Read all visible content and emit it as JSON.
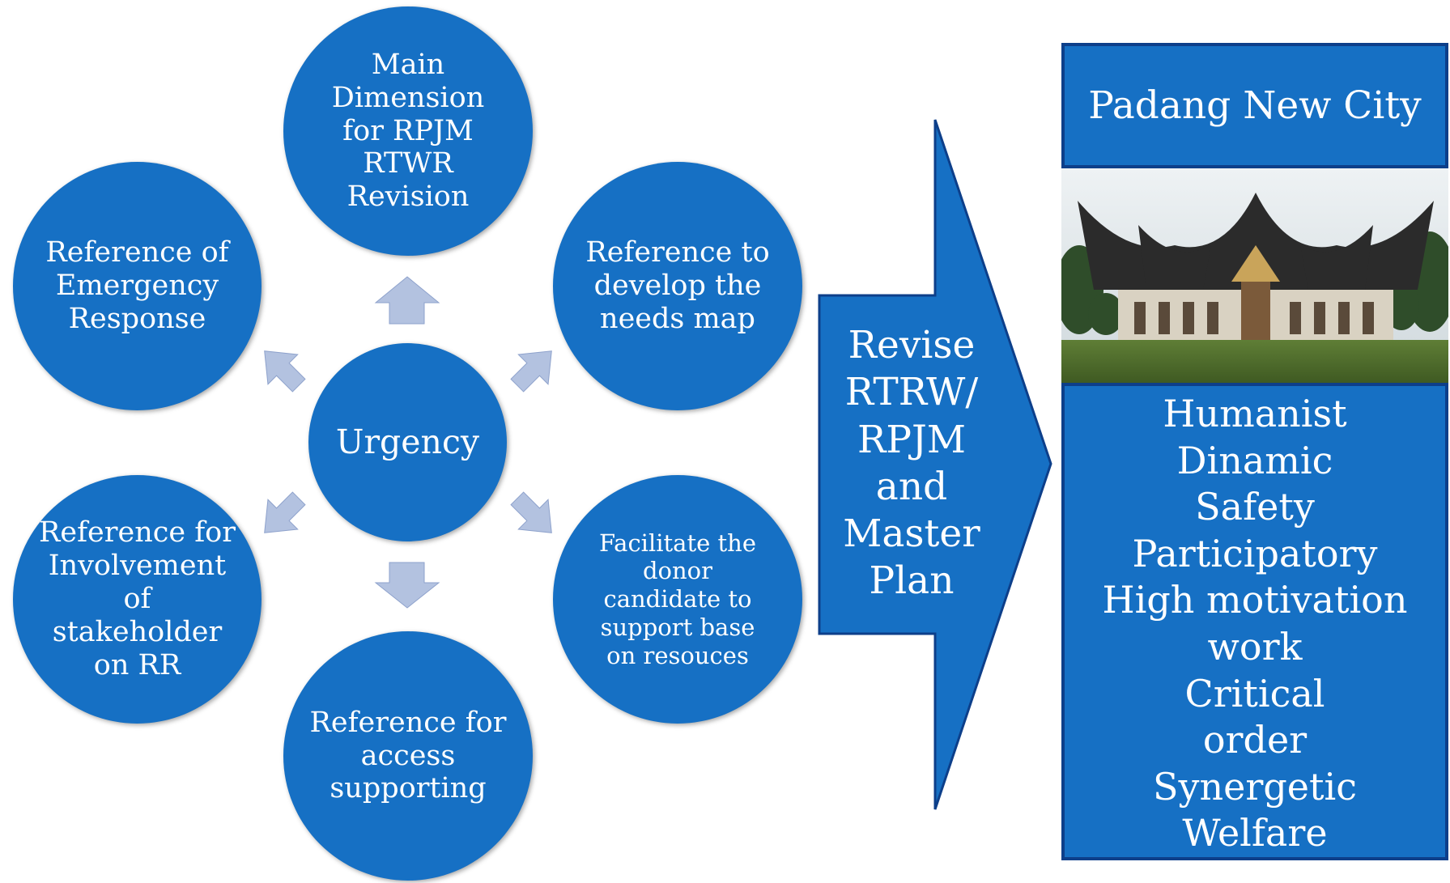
{
  "center": {
    "label": "Urgency"
  },
  "nodes": {
    "main": "Main\nDimension\nfor RPJM\nRTWR\nRevision",
    "emergency": "Reference of\nEmergency\nResponse",
    "needs_map": "Reference to\ndevelop the\nneeds map",
    "stakeholder": "Reference for\nInvolvement\nof\nstakeholder\non RR",
    "donor": "Facilitate the\ndonor\ncandidate to\nsupport base\non resouces",
    "access": "Reference for\naccess\nsupporting"
  },
  "big_arrow": {
    "label": "Revise\nRTRW/\nRPJM\nand\nMaster\nPlan"
  },
  "panel": {
    "title": "Padang New City",
    "values": [
      "Humanist",
      "Dinamic",
      "Safety",
      "Participatory",
      "High motivation",
      "work",
      "Critical",
      "order",
      "Synergetic",
      "Welfare"
    ]
  },
  "colors": {
    "node_fill": "#1670c4",
    "small_arrow_fill": "#b3c2e0",
    "panel_border": "#0d3f8a"
  }
}
